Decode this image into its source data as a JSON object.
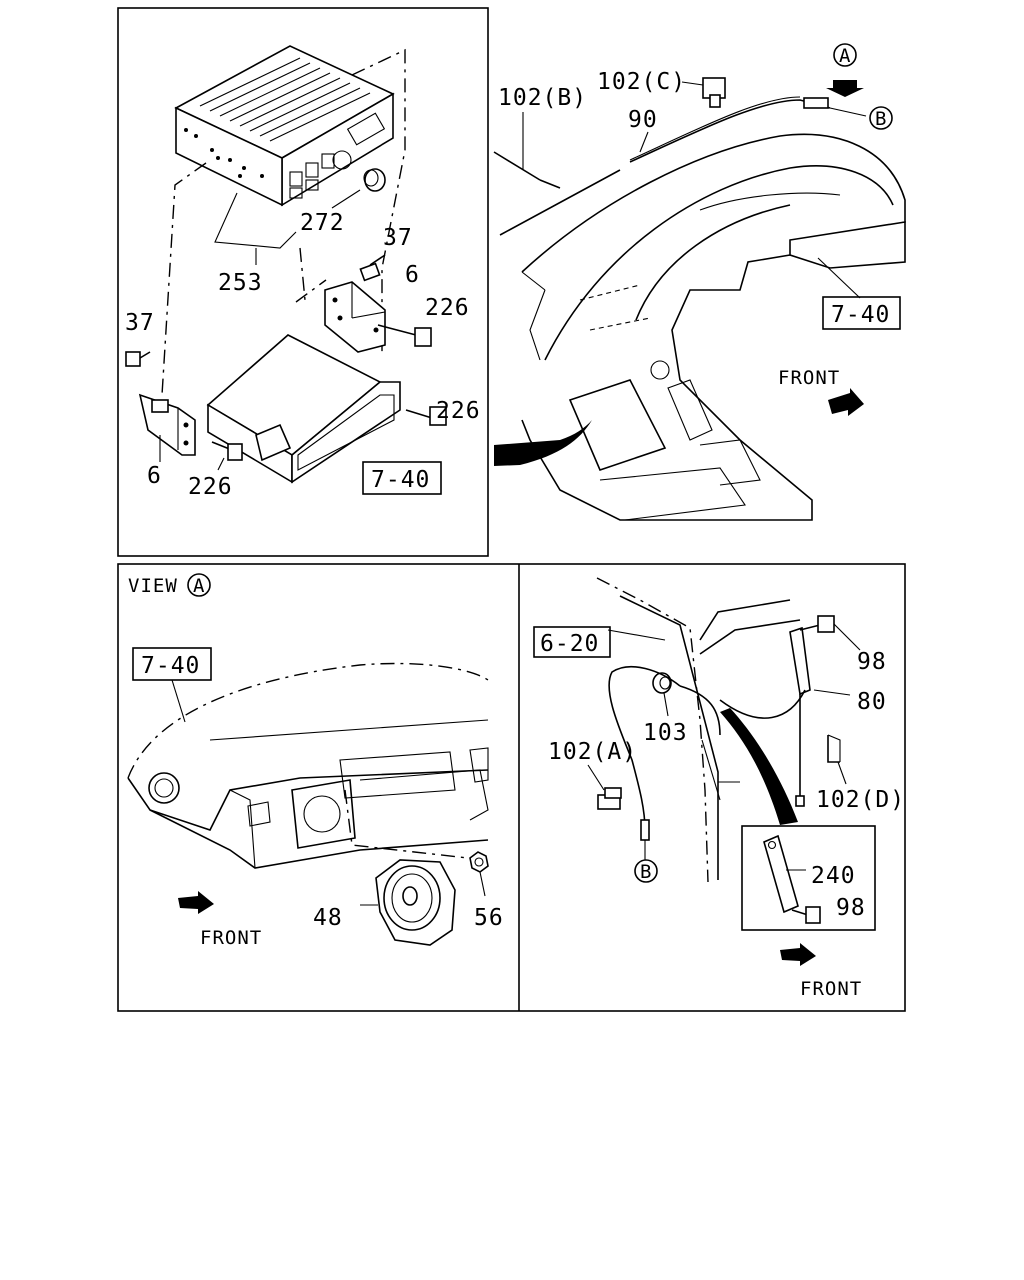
{
  "panels": {
    "top_left": {
      "labels": {
        "l272": "272",
        "l253": "253",
        "l37a": "37",
        "l6a": "6",
        "l226a": "226",
        "l37b": "37",
        "l226b": "226",
        "l6b": "6",
        "l226c": "226",
        "l740": "7-40"
      }
    },
    "top_right": {
      "labels": {
        "circle_a": "A",
        "l102c": "102(C)",
        "l102b": "102(B)",
        "l90": "90",
        "circle_b": "B",
        "l740": "7-40",
        "front": "FRONT"
      }
    },
    "bottom_left": {
      "view_label": "VIEW",
      "circle_a": "A",
      "labels": {
        "l740": "7-40",
        "l48": "48",
        "l56": "56",
        "front": "FRONT"
      }
    },
    "bottom_right": {
      "labels": {
        "l620": "6-20",
        "l98a": "98",
        "l80": "80",
        "l103": "103",
        "l102a": "102(A)",
        "l102d": "102(D)",
        "circle_b": "B",
        "l240": "240",
        "l98b": "98",
        "front": "FRONT"
      }
    }
  }
}
